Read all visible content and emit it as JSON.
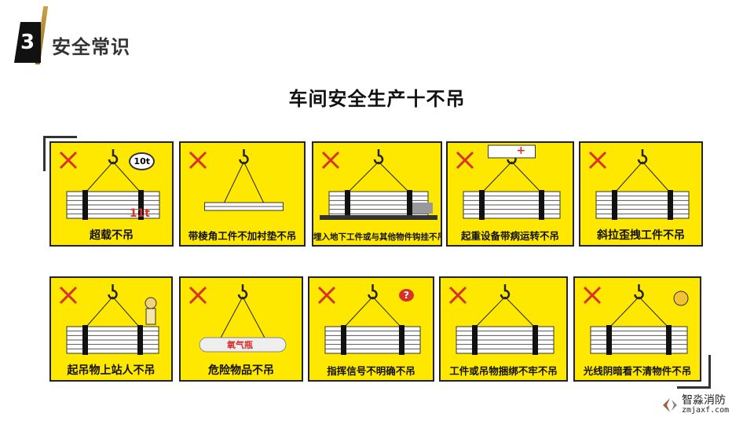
{
  "header": {
    "section_number": "3",
    "section_title": "安全常识"
  },
  "main_title": "车间安全生产十不吊",
  "panels": [
    {
      "label": "超载不吊",
      "extra": "overload",
      "badge": "10t",
      "load_text": "11t"
    },
    {
      "label": "带棱角工件不加衬垫不吊",
      "extra": "edge"
    },
    {
      "label": "埋入地下工件或与其他物件钩挂不吊",
      "extra": "buried"
    },
    {
      "label": "起重设备带病运转不吊",
      "extra": "sick",
      "sign": "+"
    },
    {
      "label": "斜拉歪拽工件不吊",
      "extra": "slant"
    },
    {
      "label": "起吊物上站人不吊",
      "extra": "person"
    },
    {
      "label": "危险物品不吊",
      "extra": "cylinder",
      "cylinder_text": "氧气瓶"
    },
    {
      "label": "指挥信号不明确不吊",
      "extra": "signal",
      "question": "?"
    },
    {
      "label": "工件或吊物捆绑不牢不吊",
      "extra": "loose"
    },
    {
      "label": "光线阴暗看不清物件不吊",
      "extra": "dark"
    }
  ],
  "brand": {
    "name": "智淼消防",
    "url": "zmjaxf.com"
  },
  "colors": {
    "panel_bg": "#ffe800",
    "cross": "#d6322b",
    "title": "#333333"
  }
}
